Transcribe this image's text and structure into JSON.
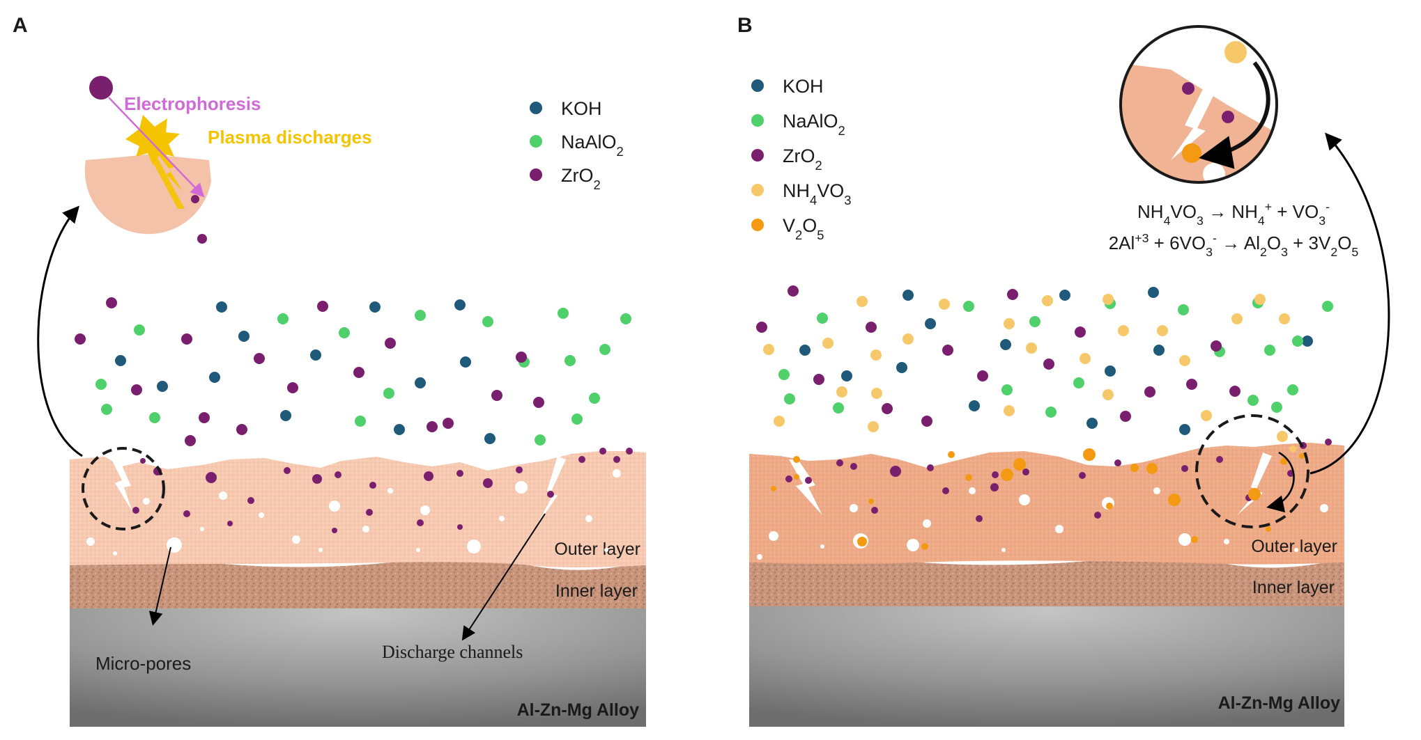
{
  "panels": {
    "A": {
      "letter": "A",
      "legend": [
        {
          "name": "KOH",
          "parts": [
            [
              "KOH",
              ""
            ]
          ],
          "color": "#1f5a7a"
        },
        {
          "name": "NaAlO2",
          "parts": [
            [
              "NaAlO",
              ""
            ],
            [
              "2",
              "sub"
            ]
          ],
          "color": "#4fd06a"
        },
        {
          "name": "ZrO2",
          "parts": [
            [
              "ZrO",
              ""
            ],
            [
              "2",
              "sub"
            ]
          ],
          "color": "#7a1f6e"
        }
      ],
      "inset_labels": {
        "electrophoresis": "Electrophoresis",
        "plasma": "Plasma discharges"
      },
      "layers": {
        "outer": "Outer layer",
        "inner": "Inner layer",
        "alloy": "Al-Zn-Mg Alloy"
      },
      "callouts": {
        "micropores": "Micro-pores",
        "channels": "Discharge channels"
      }
    },
    "B": {
      "letter": "B",
      "legend": [
        {
          "name": "KOH",
          "parts": [
            [
              "KOH",
              ""
            ]
          ],
          "color": "#1f5a7a"
        },
        {
          "name": "NaAlO2",
          "parts": [
            [
              "NaAlO",
              ""
            ],
            [
              "2",
              "sub"
            ]
          ],
          "color": "#4fd06a"
        },
        {
          "name": "ZrO2",
          "parts": [
            [
              "ZrO",
              ""
            ],
            [
              "2",
              "sub"
            ]
          ],
          "color": "#7a1f6e"
        },
        {
          "name": "NH4VO3",
          "parts": [
            [
              "NH",
              ""
            ],
            [
              "4",
              "sub"
            ],
            [
              "VO",
              ""
            ],
            [
              "3",
              "sub"
            ]
          ],
          "color": "#f7c86a"
        },
        {
          "name": "V2O5",
          "parts": [
            [
              "V",
              ""
            ],
            [
              "2",
              "sub"
            ],
            [
              "O",
              ""
            ],
            [
              "5",
              "sub"
            ]
          ],
          "color": "#f39a12"
        }
      ],
      "equations": [
        [
          [
            "NH",
            ""
          ],
          [
            "4",
            "sub"
          ],
          [
            "VO",
            ""
          ],
          [
            "3",
            "sub"
          ],
          [
            " → NH",
            ""
          ],
          [
            "4",
            "sub"
          ],
          [
            "+",
            "sup"
          ],
          [
            " + VO",
            ""
          ],
          [
            "3",
            "sub"
          ],
          [
            "-",
            "sup"
          ]
        ],
        [
          [
            "2Al",
            ""
          ],
          [
            "+3",
            "sup"
          ],
          [
            " + 6VO",
            ""
          ],
          [
            "3",
            "sub"
          ],
          [
            "-",
            "sup"
          ],
          [
            " → Al",
            ""
          ],
          [
            "2",
            "sub"
          ],
          [
            "O",
            ""
          ],
          [
            "3",
            "sub"
          ],
          [
            " + 3V",
            ""
          ],
          [
            "2",
            "sub"
          ],
          [
            "O",
            ""
          ],
          [
            "5",
            "sub"
          ]
        ]
      ],
      "layers": {
        "outer": "Outer layer",
        "inner": "Inner layer",
        "alloy": "Al-Zn-Mg Alloy"
      }
    }
  },
  "colors": {
    "koh": "#1f5a7a",
    "naalo2": "#4fd06a",
    "zro2": "#7a1f6e",
    "nh4vo3": "#f7c86a",
    "v2o5": "#f39a12",
    "outer_layer": "#f6c9b0",
    "outer_layer_b": "#eeaa86",
    "inner_layer": "#c8957c",
    "alloy_dark": "#6b6b6b",
    "alloy_light": "#bdbdbd",
    "electrophoresis": "#d06ad8",
    "plasma": "#f5c400"
  }
}
